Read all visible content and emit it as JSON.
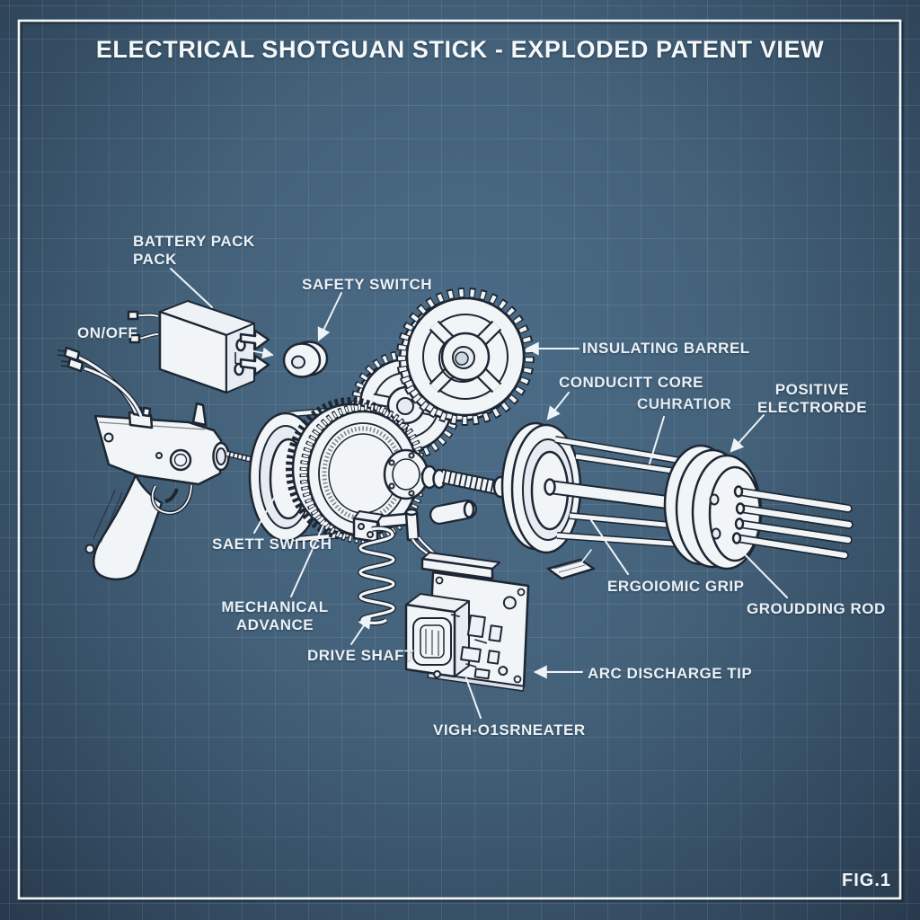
{
  "title": "ELECTRICAL SHOTGUAN STICK - EXPLODED PATENT VIEW",
  "fig_label": "FIG.1",
  "colors": {
    "background_center": "#4c6c88",
    "background_edge": "#28394c",
    "grid_line": "#6e8ba3",
    "ink": "#1d2733",
    "paper": "#f2f5f8",
    "label_text": "#eaf1f7",
    "frame": "#f4f8fb"
  },
  "labels": {
    "battery_pack": "BATTERY PACK\nPACK",
    "safety_switch": "SAFETY SWITCH",
    "on_off": "ON/OFF",
    "insulating_barrel": "INSULATING BARREL",
    "conductive_core": "CONDUCITT CORE",
    "curatior": "CUHRATIOR",
    "positive_electrode": "POSITIVE\nELECTRORDE",
    "saett_switch": "SAETT SWITCH",
    "mechanical_advance": "MECHANICAL\nADVANCE",
    "drive_shaft": "DRIVE SHAFT",
    "ergonomic_grip": "ERGOIOMIC GRIP",
    "grounding_rod": "GROUDDING ROD",
    "arc_discharge_tip": "ARC DISCHARGE TIP",
    "hv_generator": "VIGH-O1SRNEATER"
  }
}
